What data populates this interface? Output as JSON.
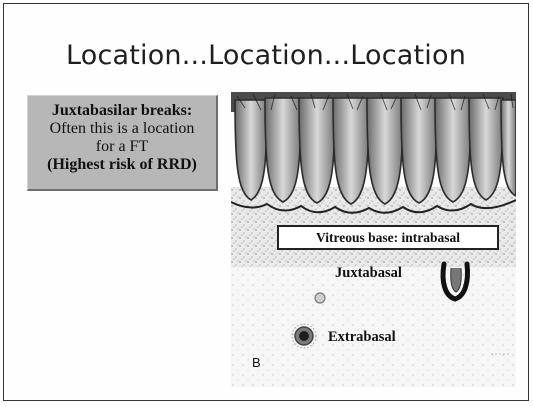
{
  "slide": {
    "title": "Location...Location...Location"
  },
  "callout": {
    "heading": "Juxtabasilar breaks:",
    "line1": "Often this is a location",
    "line2": "for a FT",
    "line3": "(Highest risk of RRD)"
  },
  "figure": {
    "vitreous_base_label": "Vitreous base: intrabasal",
    "juxtabasal_label": "Juxtabasal",
    "extrabasal_label": "Extrabasal",
    "panel_letter": "B"
  }
}
